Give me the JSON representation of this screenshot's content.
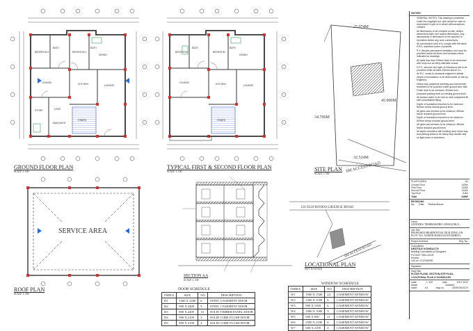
{
  "drawings": {
    "ground_floor_plan": {
      "title": "GROUND FLOOR PLAN",
      "scale": "SCALE 1: 100",
      "rooms": [
        "BEDROOM 2",
        "BEDROOM 1",
        "DINING",
        "LOUNGE",
        "LOUNGE",
        "KITCHEN",
        "CAFE",
        "STORE",
        "BATH",
        "MAIN BATH",
        "BATH",
        "STAIRS"
      ]
    },
    "typical_floor_plan": {
      "title": "TYPICAL FIRST & SECOND FLOOR PLAN",
      "scale": "SCALE 1: 100",
      "rooms": [
        "BEDROOM",
        "BEDROOM",
        "DINING",
        "LOUNGE",
        "LOUNGE",
        "KITCHEN",
        "BATH",
        "BATH",
        "STAIRS"
      ]
    },
    "roof_plan": {
      "title": "ROOF PLAN",
      "scale": "SCALE 1: 100",
      "label": "SERVICE AREA"
    },
    "section": {
      "title": "SECTION AA",
      "scale": "SCALE 1: 100"
    },
    "site_plan": {
      "title": "SITE PLAN",
      "scale": "SCALE 1: 500",
      "dims": [
        "25.074M",
        "45.000M",
        "34.706M",
        "32.524M"
      ],
      "road": "6M ACCESS ROAD"
    },
    "location_plan": {
      "title": "LOCATIONAL PLAN",
      "scale": "NOT TO SCALE",
      "road_main": "124 OLD RONDO LIKENGE ROAD",
      "road_access": "6M ACCESS ROAD"
    }
  },
  "door_schedule": {
    "title": "DOOR SCHEDULE",
    "headers": [
      "INDEX",
      "SIZE",
      "NO",
      "DESCRIPTION"
    ],
    "rows": [
      [
        "D1",
        "1200 X 2400",
        "6",
        "STEEL CASEMENT DOOR"
      ],
      [
        "D2",
        "900 X 2400",
        "9",
        "STEEL CASEMENT DOOR"
      ],
      [
        "D3",
        "800 X 2400",
        "10",
        "SOLID TIMBER PANEL DOOR"
      ],
      [
        "D4",
        "900 X 2100",
        "3",
        "SOLID CORE FLUSH DOOR"
      ],
      [
        "D5",
        "800 X 2100",
        "4",
        "SOLID CORE FLUSH DOOR"
      ]
    ]
  },
  "window_schedule": {
    "title": "WINDOW SCHEDULE",
    "headers": [
      "INDEX",
      "SIZE",
      "NO",
      "DESCRIPTION"
    ],
    "rows": [
      [
        "W1",
        "1500 X 1500",
        "24",
        "CASEMENT WINDOW"
      ],
      [
        "W2",
        "1200 X 1500",
        "6",
        "CASEMENT WINDOW"
      ],
      [
        "W3",
        "900 X 1500",
        "6",
        "CASEMENT WINDOW"
      ],
      [
        "W4",
        "1000 X 1000",
        "3",
        "CASEMENT WINDOW"
      ],
      [
        "W5",
        "600 X 600",
        "21",
        "CASEMENT WINDOW"
      ],
      [
        "W6",
        "2500 X 2100",
        "6",
        "CASEMENT WINDOW"
      ],
      [
        "W7",
        "600 X 2100",
        "4",
        "CASEMENT WINDOW"
      ]
    ]
  },
  "sidebar": {
    "notes_title": "NOTES",
    "notes": [
      "GENERAL NOTES: This drawing is protected under the copyright Act, and cannot be used or reproduced in part or in whole without authors consent.",
      "All dimensions to be checked on site, written dimensions take over scaled dimensions. Any discrepancy in dimensions to be reported to Architects before any work commences.",
      "All construction work is to comply with the latest K.B.S. standard codes of practice.",
      "P.V. denotes permanent ventilation and must be provided above all doors and windows where indicated on drawings.",
      "All walls less than 200mm thick to be reinforced with hoop iron at every alternate course.",
      "D.P.C. denotes one layer of bituminous felt to be provided under all walls 150mm above G.L.",
      "All R.C. works to structural engineer's details (depth of foundations to be determined on site by engineer).",
      "Heavy duty polythene sheeting and anti-termite treatment to be provided under ground floor slab.",
      "Finish level to be minimum 300mm from proposed parking level on existing ground level.",
      "All surface water to be cast on well compacted fill with consolidated filling.",
      "Depth of foundation trenches to be minimum 800mm below natural ground level.",
      "All pipes and services to be minimum 450mm below reduced ground level.",
      "Depth of foundation trenches to be minimum 800mm below reduced ground level.",
      "All pipes and services to be minimum 450mm below reduced ground level.",
      "All septic chambers with building area: three-way and parking areas to be heavy duty double seal on light cover in chambers."
    ],
    "plinth_title": "PLINTH AREA",
    "plinth_unit": "M²",
    "plinth_rows": [
      [
        "Ground Floor",
        "142M²"
      ],
      [
        "First Floor",
        "142M²"
      ],
      [
        "Second Floor",
        "142M²"
      ],
      [
        "Top Roof",
        "51M²"
      ]
    ],
    "plinth_total": [
      "Total",
      "426M²"
    ],
    "revisions_title": "REVISIONS",
    "revisions_headers": [
      "No.",
      "Date",
      "Revision/Issue"
    ],
    "client_label": "Client",
    "client_name": "JANNIES TEMBAWIRO GPAGUIKA",
    "job_title_label": "Job Title",
    "job_title": "PROPOSED RESIDENTIAL BUILDING ON PLOT NO. NORTH HAMAAI/NYAMBITA",
    "project_architect_label": "Project Architect",
    "reg_label": "Reg. No.",
    "consultants_label": "Consultants",
    "firm_name": "DESTILE KONSULTS",
    "firm_lines": [
      "Building Consultants & Designers",
      "P.O BOX 7554-40100",
      "Kisumu",
      "Cell no. 0712345789"
    ],
    "signature_label": "Signature",
    "dwg_title_label": "Dwg Title",
    "dwg_title": "FLOOR PLANS, SECTION,SITE PLAN, LOCATIONAL PLAN & SCHEDULES",
    "scale_label": "scale",
    "scale_value": "1: 100",
    "date_label": "date",
    "date_value": "JULY 2022",
    "drawn_label": "drawn",
    "drawn_value": "",
    "checked_label": "checked",
    "checked_value": "",
    "sheet_label": "sheet",
    "sheet_value": "A1",
    "dwg_no_label": "dwg no.",
    "dwg_no_value": "DESKON/22-R"
  }
}
